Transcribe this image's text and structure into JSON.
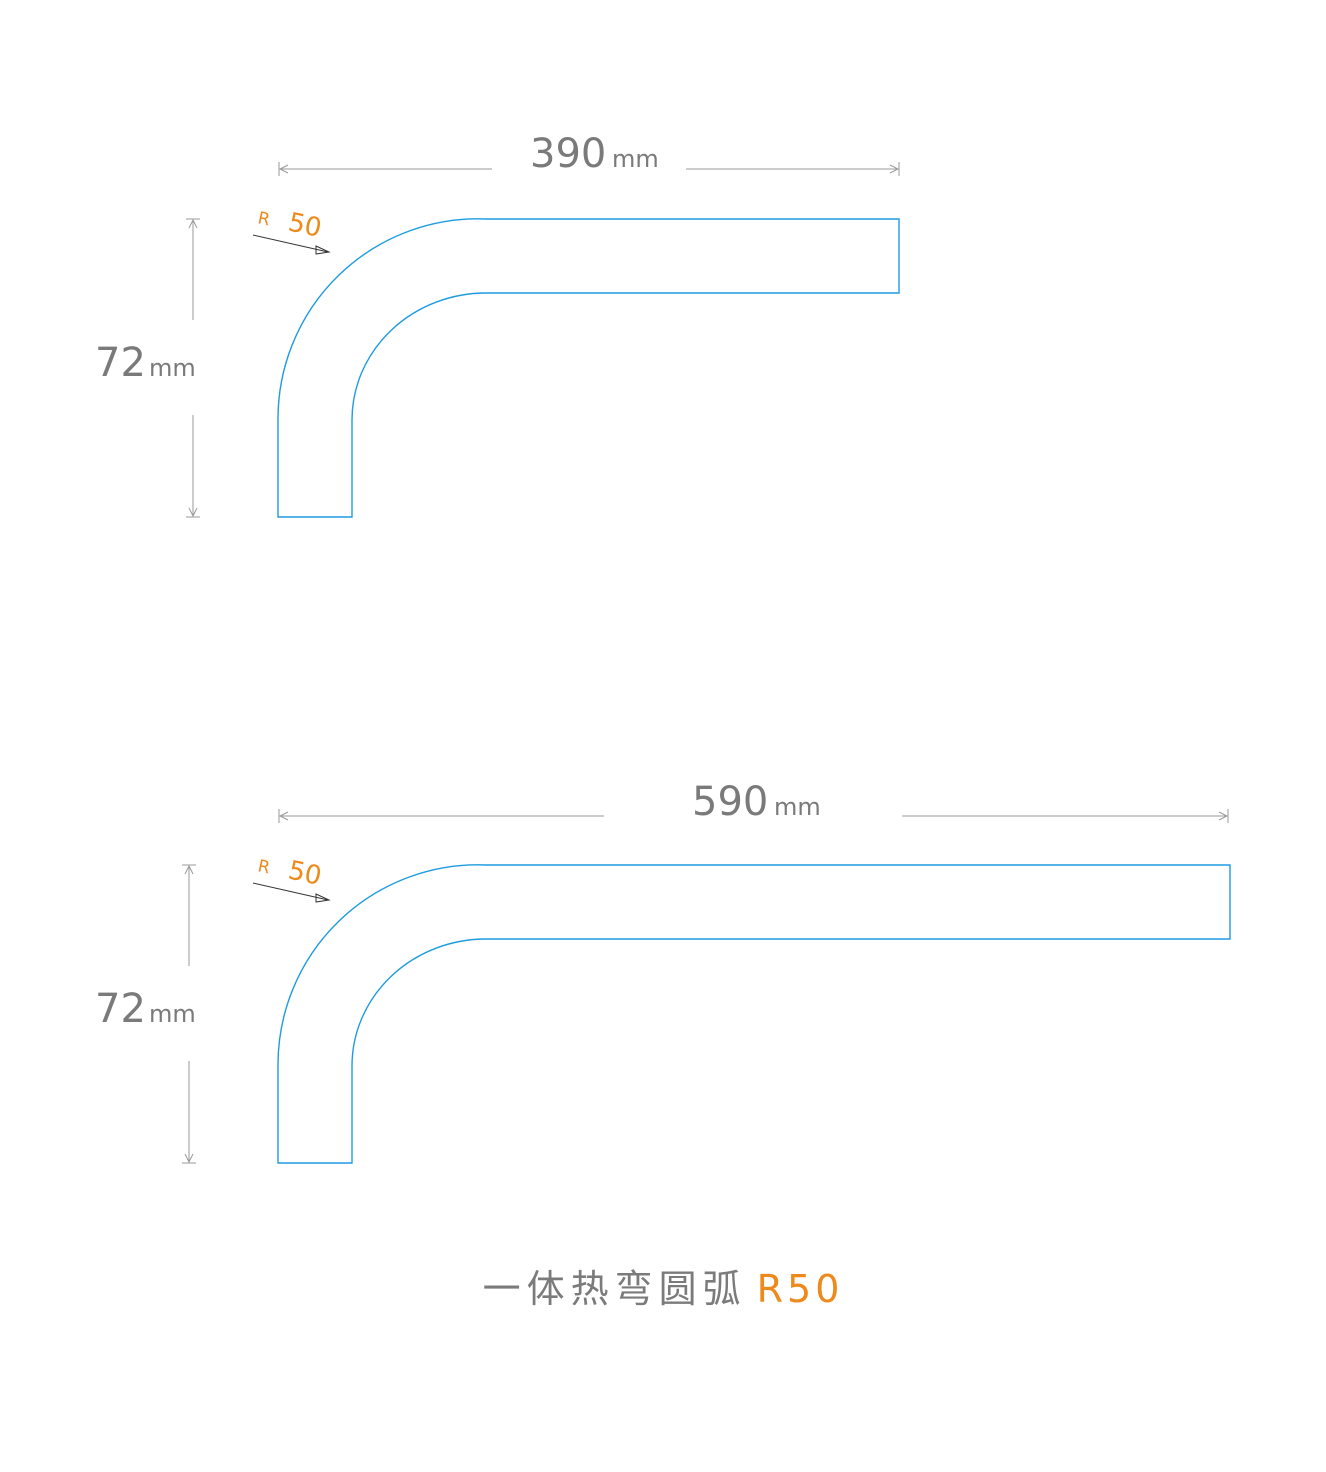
{
  "diagrams": [
    {
      "width_label": {
        "value": "390",
        "unit": "mm"
      },
      "height_label": {
        "value": "72",
        "unit": "mm"
      },
      "radius_label": {
        "prefix": "R",
        "value": "50"
      }
    },
    {
      "width_label": {
        "value": "590",
        "unit": "mm"
      },
      "height_label": {
        "value": "72",
        "unit": "mm"
      },
      "radius_label": {
        "prefix": "R",
        "value": "50"
      }
    }
  ],
  "caption": {
    "text": "一体热弯圆弧",
    "accent": "R50"
  },
  "colors": {
    "outline": "#1e9ce0",
    "dimension": "#9a9a9a",
    "accent": "#ee8a1b",
    "text": "#7a7a7a"
  }
}
